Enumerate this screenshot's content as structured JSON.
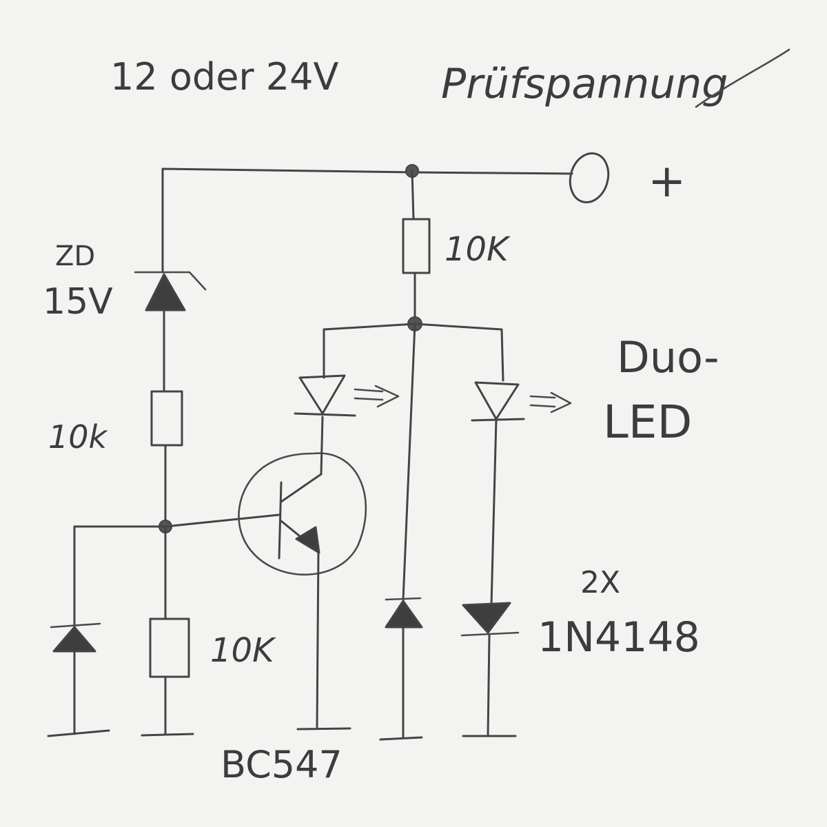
{
  "labels": {
    "supply_voltage": "12 oder 24V",
    "test_voltage": "Prüfspannung",
    "plus": "+",
    "zener_type": "ZD",
    "zener_voltage": "15V",
    "r_base_series": "10k",
    "r_collector": "10K",
    "r_base_pulldown": "10K",
    "duo_led_line1": "Duo-",
    "duo_led_line2": "LED",
    "diode_count": "2X",
    "diode_type": "1N4148",
    "transistor_type": "BC547"
  },
  "colors": {
    "paper": "#f3f3f1",
    "pencil": "#444444"
  }
}
